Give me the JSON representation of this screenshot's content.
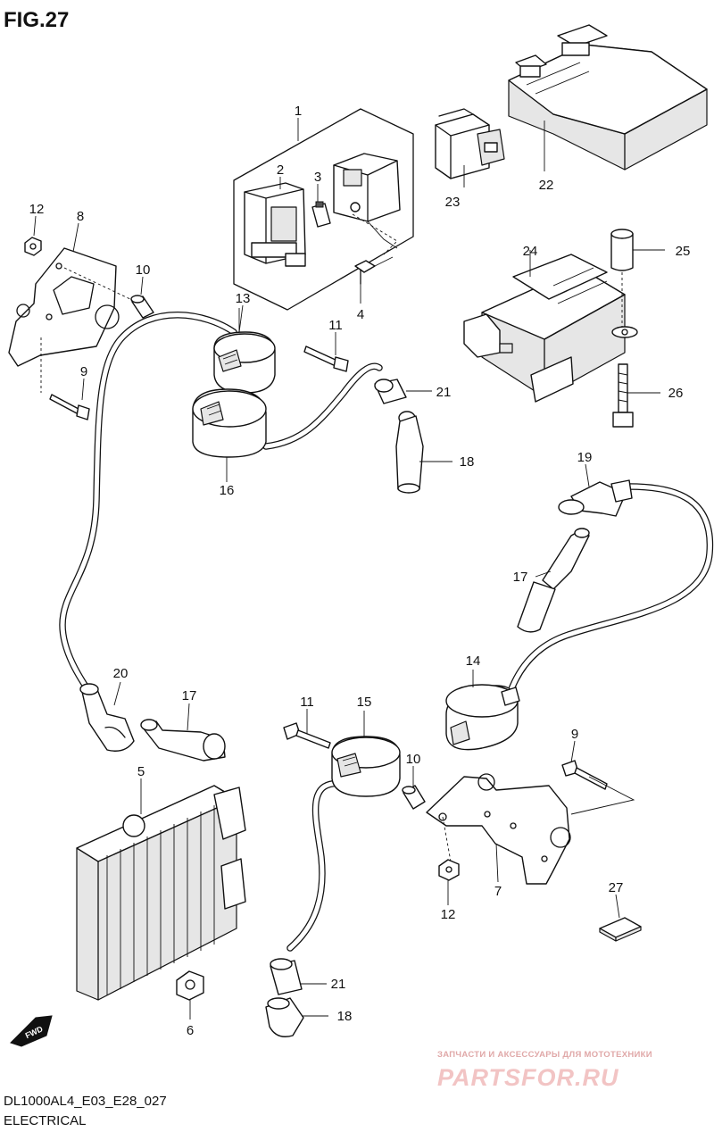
{
  "figure": {
    "title": "FIG.27"
  },
  "footer": {
    "code": "DL1000AL4_E03_E28_027",
    "section": "ELECTRICAL"
  },
  "watermark": {
    "tagline": "ЗАПЧАСТИ И АКСЕССУАРЫ ДЛЯ МОТОТЕХНИКИ",
    "site": "PARTSFOR.RU"
  },
  "fwd_label": "FWD",
  "callouts": {
    "c1": "1",
    "c2": "2",
    "c3": "3",
    "c4": "4",
    "c5": "5",
    "c6": "6",
    "c7": "7",
    "c8": "8",
    "c9a": "9",
    "c9b": "9",
    "c10a": "10",
    "c10b": "10",
    "c11a": "11",
    "c11b": "11",
    "c12a": "12",
    "c12b": "12",
    "c13": "13",
    "c14": "14",
    "c15": "15",
    "c16": "16",
    "c17a": "17",
    "c17b": "17",
    "c18a": "18",
    "c18b": "18",
    "c19": "19",
    "c20": "20",
    "c21a": "21",
    "c21b": "21",
    "c22": "22",
    "c23": "23",
    "c24": "24",
    "c25": "25",
    "c26": "26",
    "c27": "27"
  }
}
